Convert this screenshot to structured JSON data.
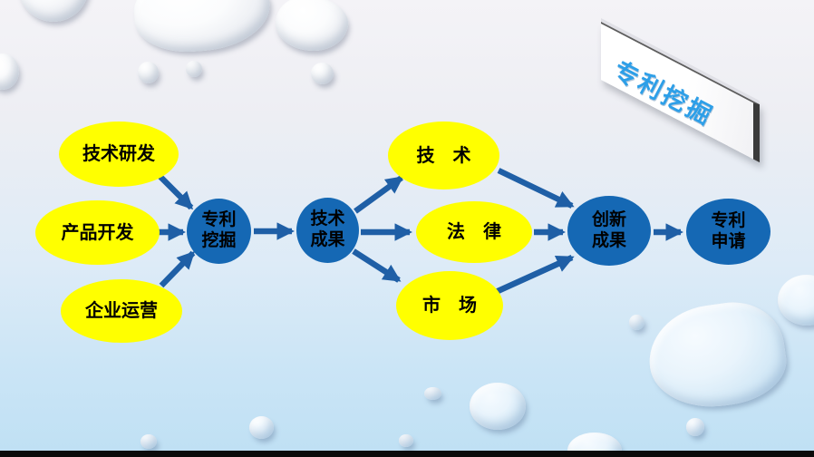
{
  "slide": {
    "banner": {
      "title": "专利挖掘"
    },
    "nodes": [
      {
        "id": "tech-rd",
        "label": "技术研发",
        "shape": "yellow-ellipse"
      },
      {
        "id": "product-dev",
        "label": "产品开发",
        "shape": "yellow-ellipse"
      },
      {
        "id": "enterprise-ops",
        "label": "企业运营",
        "shape": "yellow-ellipse"
      },
      {
        "id": "patent-mining",
        "label": "专利\n挖掘",
        "shape": "blue-circle"
      },
      {
        "id": "tech-achievements",
        "label": "技术\n成果",
        "shape": "blue-circle"
      },
      {
        "id": "technology",
        "label": "技　术",
        "shape": "yellow-ellipse"
      },
      {
        "id": "law",
        "label": "法　律",
        "shape": "yellow-ellipse"
      },
      {
        "id": "market",
        "label": "市　场",
        "shape": "yellow-ellipse"
      },
      {
        "id": "innovation-achievements",
        "label": "创新\n成果",
        "shape": "blue-circle"
      },
      {
        "id": "patent-application",
        "label": "专利\n申请",
        "shape": "blue-circle"
      }
    ],
    "edges": [
      {
        "from": "技术研发",
        "to": "专利挖掘"
      },
      {
        "from": "产品开发",
        "to": "专利挖掘"
      },
      {
        "from": "企业运营",
        "to": "专利挖掘"
      },
      {
        "from": "专利挖掘",
        "to": "技术成果"
      },
      {
        "from": "技术成果",
        "to": "技术"
      },
      {
        "from": "技术成果",
        "to": "法律"
      },
      {
        "from": "技术成果",
        "to": "市场"
      },
      {
        "from": "技术",
        "to": "创新成果"
      },
      {
        "from": "法律",
        "to": "创新成果"
      },
      {
        "from": "市场",
        "to": "创新成果"
      },
      {
        "from": "创新成果",
        "to": "专利申请"
      }
    ],
    "colors": {
      "ellipse_fill": "#ffff00",
      "circle_fill": "#1568b4",
      "arrow": "#1f5fa6",
      "node_text": "#000000",
      "banner_text": "#2d9fe8",
      "background_top": "#f4f3f7",
      "background_bottom": "#bfe0f4",
      "bottom_bar": "#0b0b0b"
    }
  }
}
